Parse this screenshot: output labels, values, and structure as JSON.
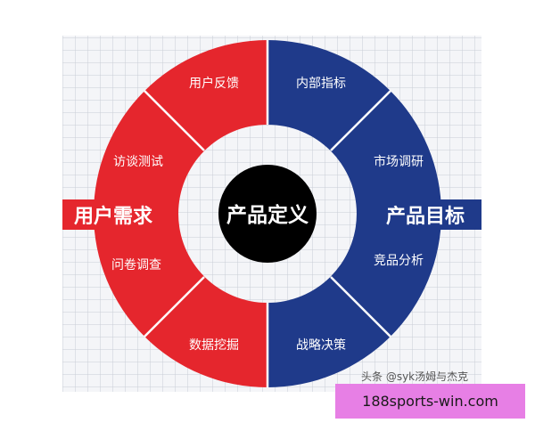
{
  "diagram": {
    "center_label": "产品定义",
    "left_tag": "用户需求",
    "right_tag": "产品目标",
    "left_segments": [
      "用户反馈",
      "访谈测试",
      "问卷调查",
      "数据挖掘"
    ],
    "right_segments": [
      "内部指标",
      "市场调研",
      "竞品分析",
      "战略决策"
    ],
    "colors": {
      "left": "#e5262d",
      "right": "#1f3a8a",
      "center": "#000000",
      "grid": "#c9cdd6",
      "background": "#f4f5f8"
    }
  },
  "credit": "头条 @syk汤姆与杰克",
  "watermark": "188sports-win.com"
}
